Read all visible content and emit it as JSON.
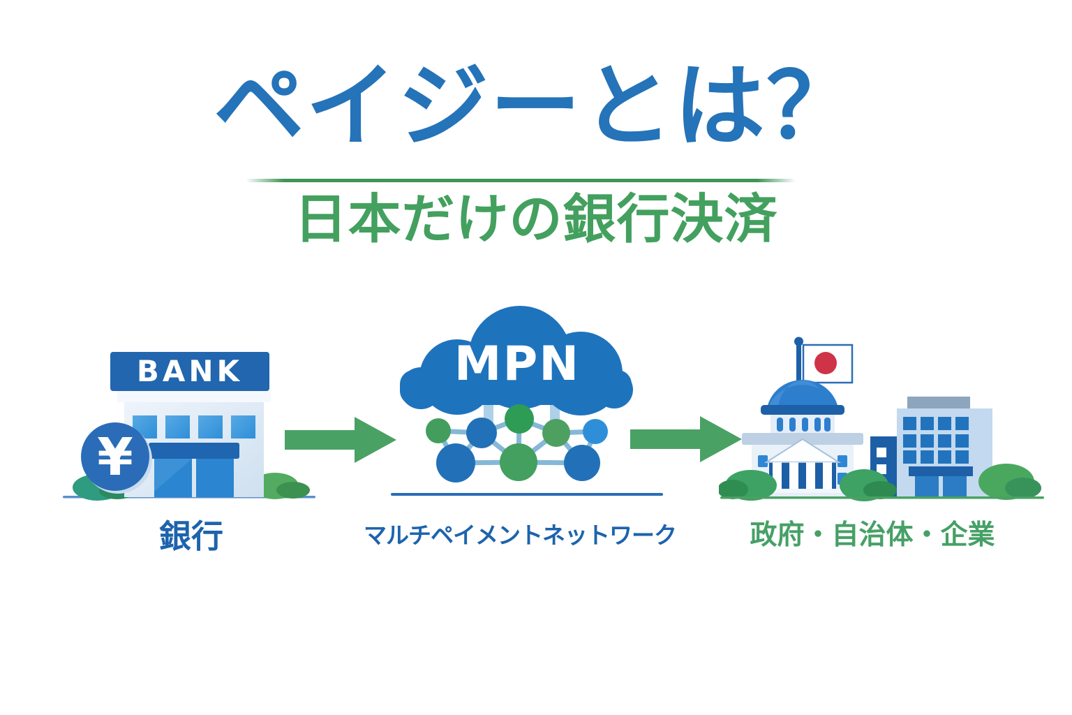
{
  "page": {
    "background": "#ffffff",
    "language": "ja"
  },
  "header": {
    "title": "ペイジーとは？",
    "subtitle": "日本だけの銀行決済",
    "title_color": "#2573b9",
    "subtitle_color": "#43a05e",
    "divider_color": "#3f9457"
  },
  "flow": {
    "arrow_color": "#4aa164",
    "steps": [
      {
        "id": "bank",
        "icon": "bank-building-with-yen-coin",
        "sign": "BANK",
        "coin_symbol": "¥",
        "label": "銀行",
        "label_color": "#1d63ad",
        "ground_line_color": "#5b8fc9"
      },
      {
        "id": "mpn",
        "icon": "cloud-with-network-nodes",
        "cloud_text": "MPN",
        "label": "マルチペイメントネットワーク",
        "label_color": "#1d63ad",
        "cloud_color": "#1e73bd",
        "ground_line_color": "#2a6db5"
      },
      {
        "id": "recipients",
        "icon": "government-capitol-and-office-building-with-japan-flag",
        "label": "政府・自治体・企業",
        "label_color": "#46a066",
        "flag": "japan",
        "flag_circle_color": "#cf3347",
        "ground_line_color": "#4aa164"
      }
    ]
  }
}
